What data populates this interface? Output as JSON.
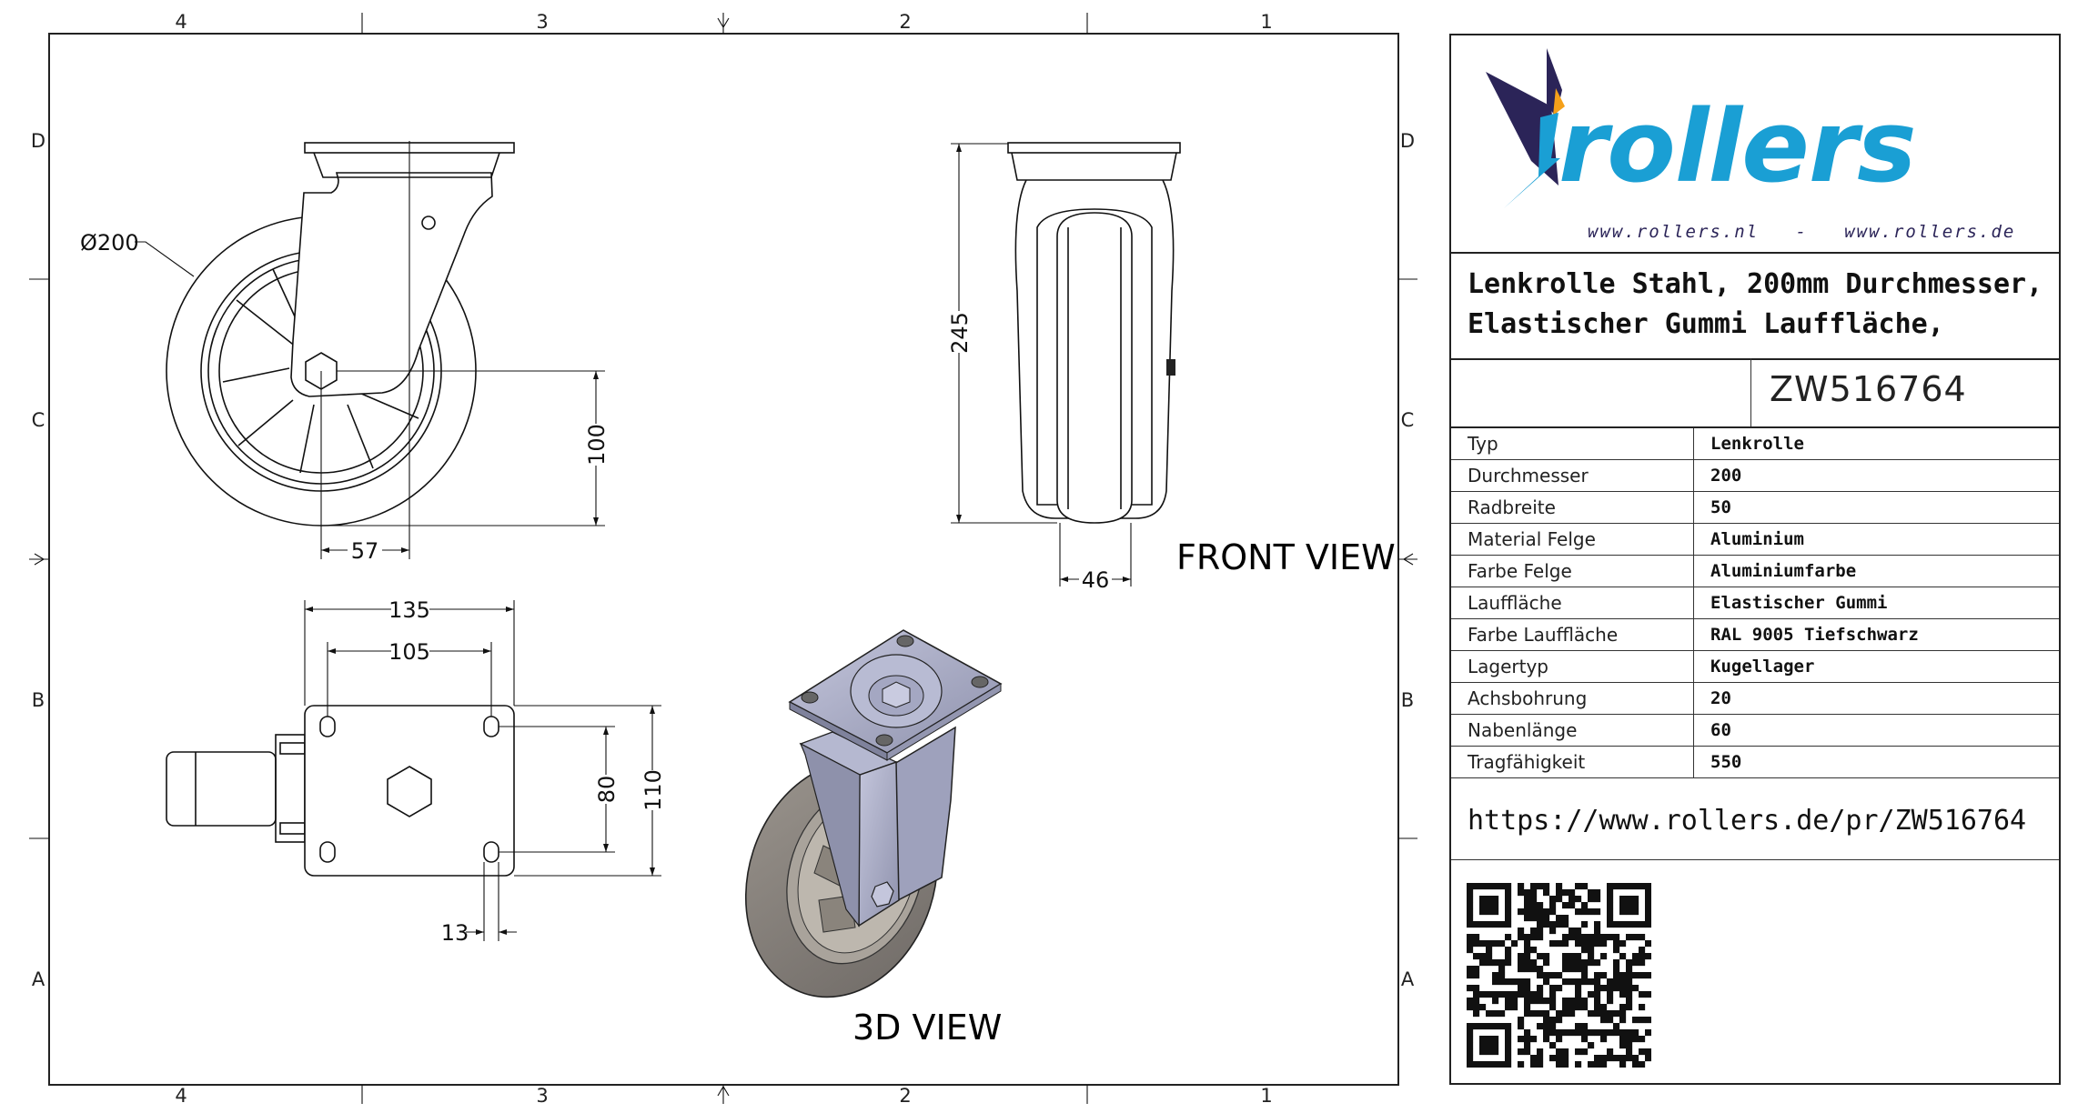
{
  "frame": {
    "columns_top": [
      "4",
      "3",
      "2",
      "1"
    ],
    "columns_bottom": [
      "4",
      "3",
      "2",
      "1"
    ],
    "rows_left": [
      "D",
      "C",
      "B",
      "A"
    ],
    "rows_right": [
      "D",
      "C",
      "B",
      "A"
    ]
  },
  "views": {
    "side": {
      "diameter_label": "Ø200",
      "height_dim": "100",
      "offset_dim": "57"
    },
    "front": {
      "height_dim": "245",
      "width_dim": "46",
      "label": "FRONT VIEW"
    },
    "top": {
      "plate_length": "135",
      "hole_spacing_length": "105",
      "hole_spacing_width": "80",
      "plate_width": "110",
      "hole_size": "13"
    },
    "iso": {
      "label": "3D VIEW"
    }
  },
  "title_block": {
    "logo": {
      "brand": "rollers",
      "urls": "www.rollers.nl   -   www.rollers.de",
      "colors": {
        "blue": "#1a9fd4",
        "navy": "#2b2458",
        "orange": "#f5a01a"
      }
    },
    "title_line1": "Lenkrolle Stahl, 200mm Durchmesser,",
    "title_line2": "Elastischer Gummi Lauffläche,",
    "part_number": "ZW516764",
    "specs": [
      {
        "key": "Typ",
        "value": "Lenkrolle"
      },
      {
        "key": "Durchmesser",
        "value": "200"
      },
      {
        "key": "Radbreite",
        "value": "50"
      },
      {
        "key": "Material Felge",
        "value": "Aluminium"
      },
      {
        "key": "Farbe Felge",
        "value": "Aluminiumfarbe"
      },
      {
        "key": "Lauffläche",
        "value": "Elastischer Gummi"
      },
      {
        "key": "Farbe Lauffläche",
        "value": "RAL 9005 Tiefschwarz"
      },
      {
        "key": "Lagertyp",
        "value": "Kugellager"
      },
      {
        "key": "Achsbohrung",
        "value": "20"
      },
      {
        "key": "Nabenlänge",
        "value": "60"
      },
      {
        "key": "Tragfähigkeit",
        "value": "550"
      }
    ],
    "url": "https://www.rollers.de/pr/ZW516764"
  }
}
